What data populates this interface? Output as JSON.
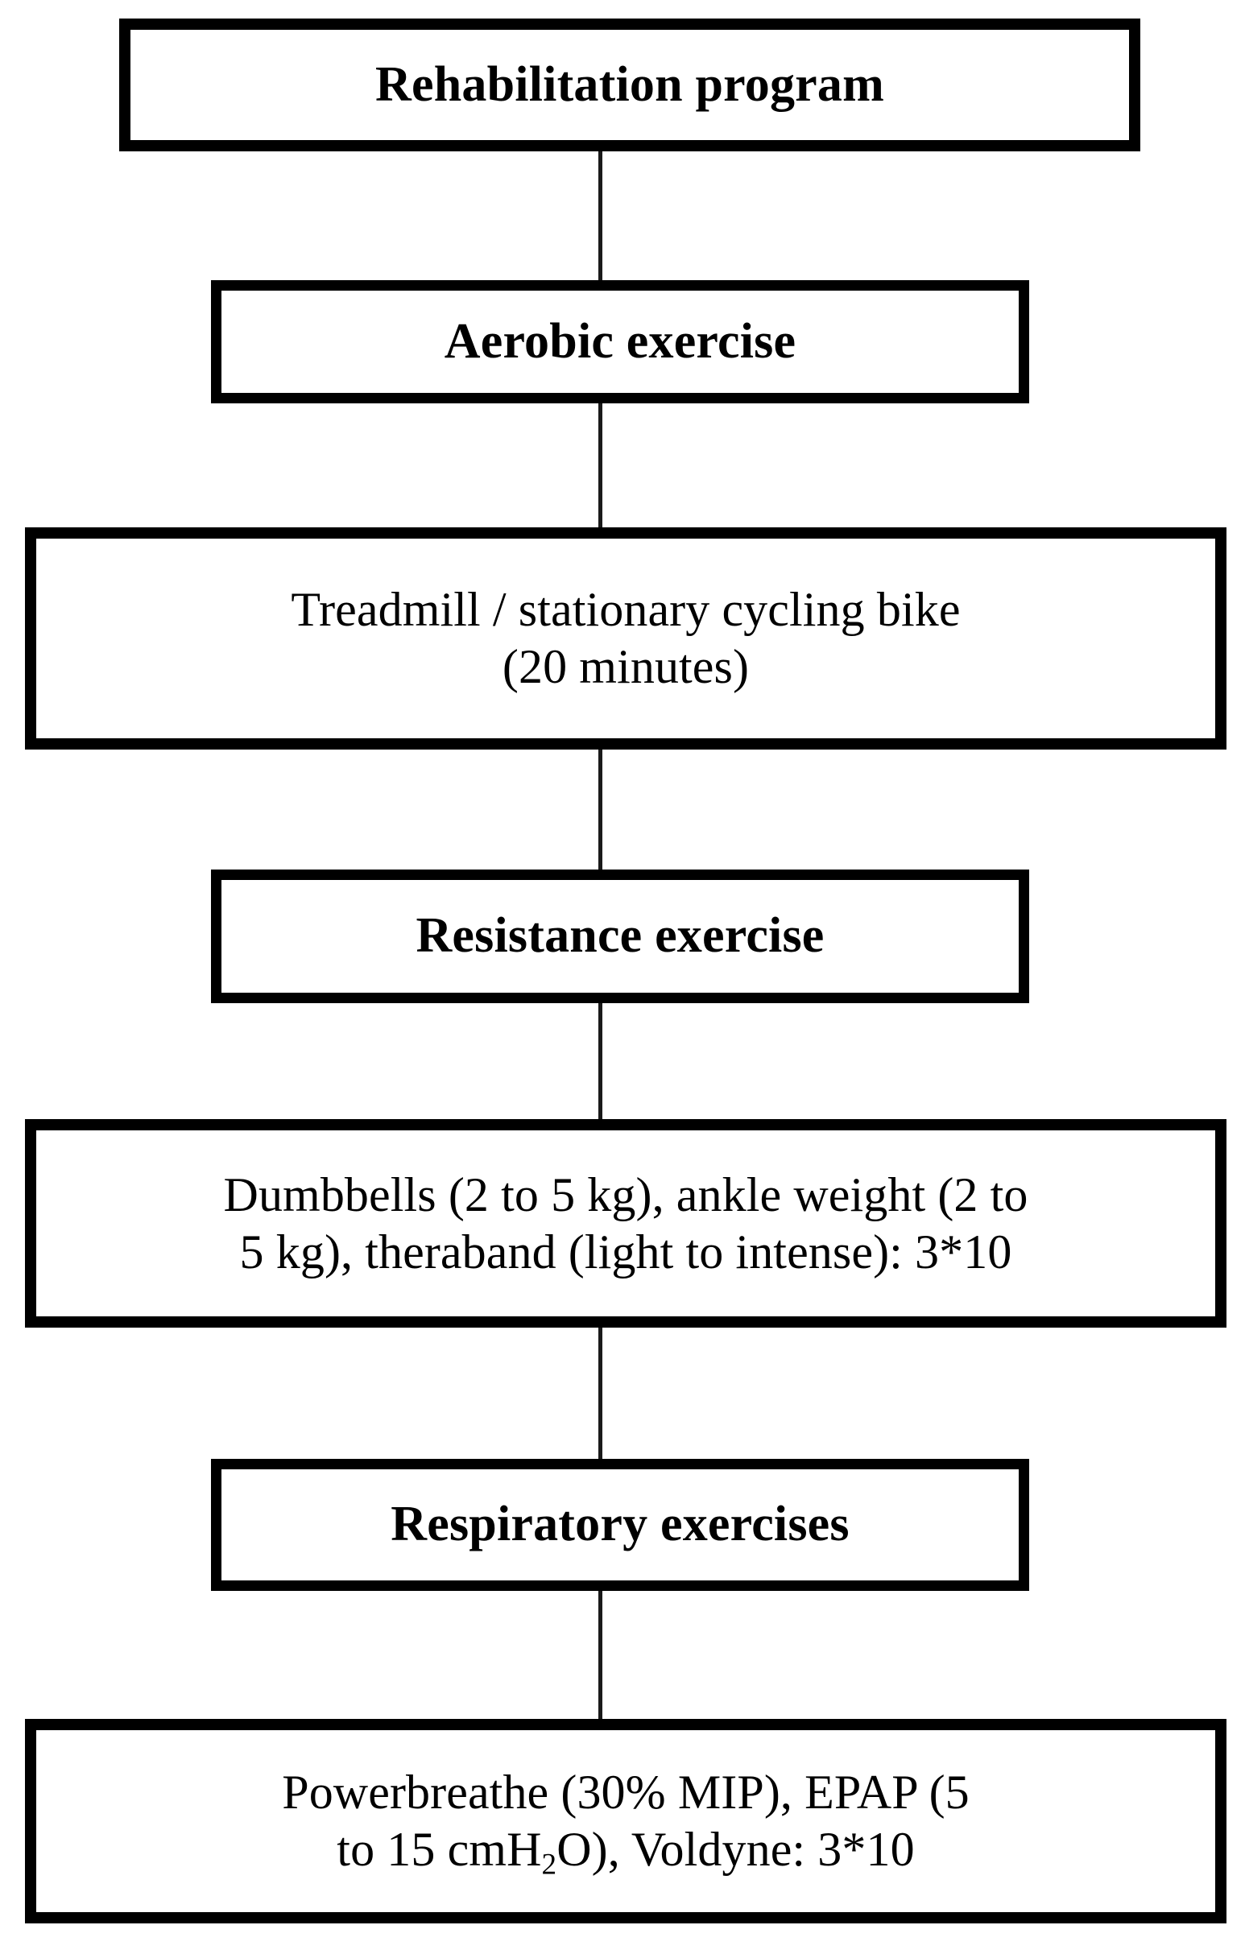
{
  "diagram": {
    "title": "Rehabilitation program flowchart",
    "colors": {
      "box_border": "#000000",
      "box_fill": "#ffffff",
      "connector": "#1a1a1a",
      "text": "#000000",
      "background": "#ffffff"
    },
    "nodes": [
      {
        "id": "rehabilitation-program",
        "text": "Rehabilitation program",
        "style": "bold",
        "lines": [
          "Rehabilitation program"
        ]
      },
      {
        "id": "aerobic-exercise",
        "text": "Aerobic exercise",
        "style": "bold",
        "lines": [
          "Aerobic exercise"
        ]
      },
      {
        "id": "treadmill-detail",
        "text": "Treadmill / stationary cycling bike (20 minutes)",
        "style": "regular",
        "lines": [
          "Treadmill / stationary cycling bike",
          "(20 minutes)"
        ],
        "line1": "Treadmill / stationary cycling bike",
        "line2": "(20 minutes)"
      },
      {
        "id": "resistance-exercise",
        "text": "Resistance exercise",
        "style": "bold",
        "lines": [
          "Resistance exercise"
        ]
      },
      {
        "id": "dumbbells-detail",
        "text": "Dumbbells (2 to 5 kg), ankle weight (2 to 5 kg), theraband (light to intense): 3*10",
        "style": "regular",
        "lines": [
          "Dumbbells (2 to 5 kg), ankle weight (2 to",
          "5 kg), theraband (light to intense): 3*10"
        ],
        "line1": "Dumbbells (2 to 5 kg), ankle weight (2 to",
        "line2": "5 kg), theraband (light to intense): 3*10"
      },
      {
        "id": "respiratory-exercises",
        "text": "Respiratory exercises",
        "style": "bold",
        "lines": [
          "Respiratory exercises"
        ]
      },
      {
        "id": "powerbreathe-detail",
        "text": "Powerbreathe (30% MIP), EPAP (5 to 15 cmH2O), Voldyne: 3*10",
        "style": "regular",
        "lines": [
          "Powerbreathe (30% MIP), EPAP (5",
          "to 15 cmH2O), Voldyne: 3*10"
        ],
        "line1": "Powerbreathe (30% MIP), EPAP (5",
        "line2_part1": "to 15 cmH",
        "line2_sub": "2",
        "line2_part2": "O), Voldyne: 3*10"
      }
    ],
    "connectors": [
      {
        "id": "conn-rehab-to-aerobic",
        "from": "rehabilitation-program",
        "to": "aerobic-exercise"
      },
      {
        "id": "conn-aerobic-to-treadmill",
        "from": "aerobic-exercise",
        "to": "treadmill-detail"
      },
      {
        "id": "conn-treadmill-to-resistance",
        "from": "treadmill-detail",
        "to": "resistance-exercise"
      },
      {
        "id": "conn-resistance-to-dumbbells",
        "from": "resistance-exercise",
        "to": "dumbbells-detail"
      },
      {
        "id": "conn-dumbbells-to-respiratory",
        "from": "dumbbells-detail",
        "to": "respiratory-exercises"
      },
      {
        "id": "conn-respiratory-to-powerbreathe",
        "from": "respiratory-exercises",
        "to": "powerbreathe-detail"
      }
    ]
  }
}
